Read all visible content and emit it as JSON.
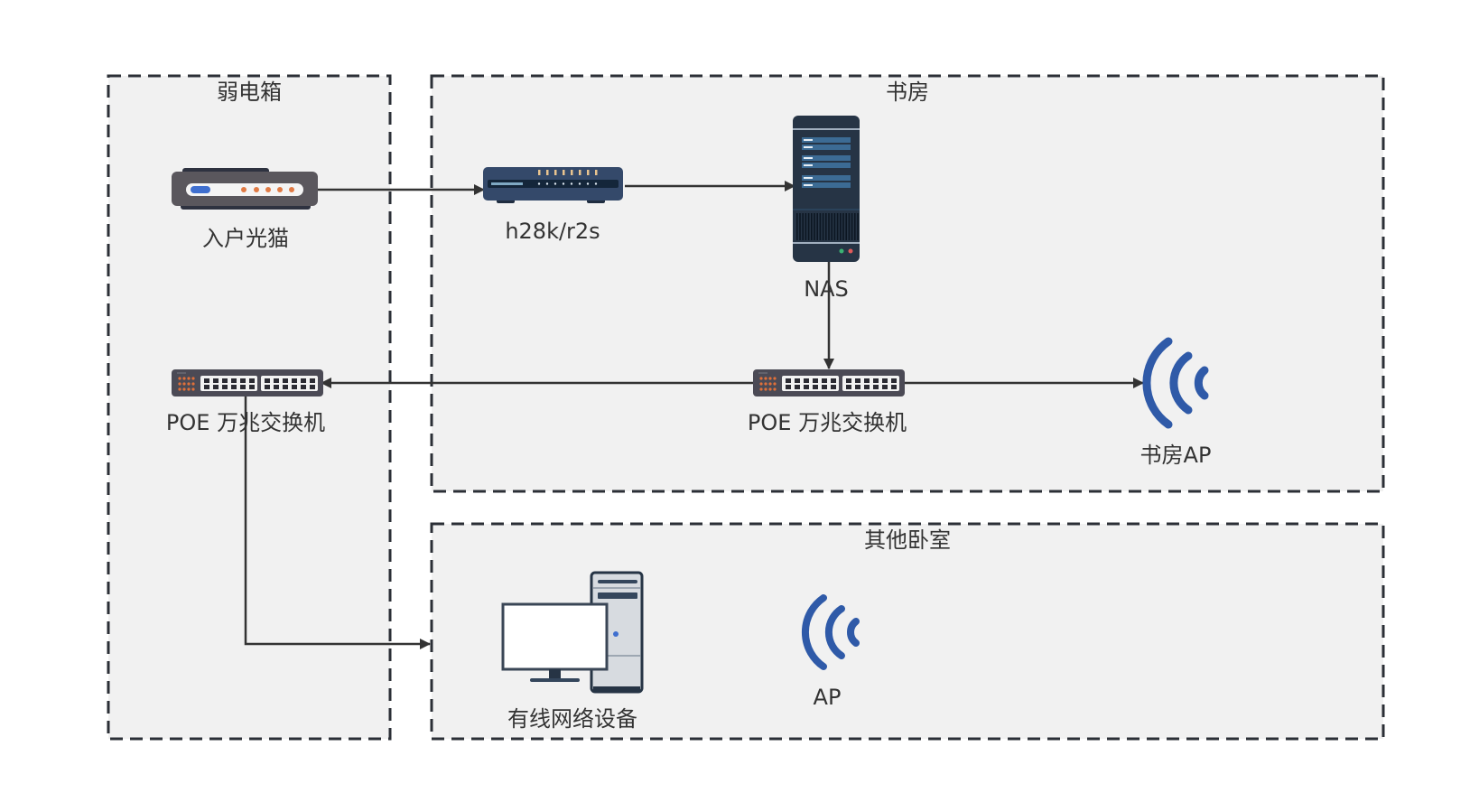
{
  "diagram": {
    "title": "",
    "groups": [
      {
        "id": "weak-box",
        "title": "弱电箱"
      },
      {
        "id": "study",
        "title": "书房"
      },
      {
        "id": "other-bedrooms",
        "title": "其他卧室"
      }
    ],
    "nodes": [
      {
        "id": "ont",
        "label": "入户光猫",
        "icon": "modem-icon",
        "group": "weak-box"
      },
      {
        "id": "router",
        "label": "h28k/r2s",
        "icon": "router-icon",
        "group": "study"
      },
      {
        "id": "nas",
        "label": "NAS",
        "icon": "server-icon",
        "group": "study"
      },
      {
        "id": "switch-weak",
        "label": "POE 万兆交换机",
        "icon": "switch-icon",
        "group": "weak-box"
      },
      {
        "id": "switch-study",
        "label": "POE 万兆交换机",
        "icon": "switch-icon",
        "group": "study"
      },
      {
        "id": "ap-study",
        "label": "书房AP",
        "icon": "wifi-ap-icon",
        "group": "study"
      },
      {
        "id": "wired-devices",
        "label": "有线网络设备",
        "icon": "desktop-computer-icon",
        "group": "other-bedrooms"
      },
      {
        "id": "ap-other",
        "label": "AP",
        "icon": "wifi-ap-icon",
        "group": "other-bedrooms"
      }
    ],
    "edges": [
      {
        "from": "ont",
        "to": "router"
      },
      {
        "from": "router",
        "to": "nas"
      },
      {
        "from": "nas",
        "to": "switch-study"
      },
      {
        "from": "switch-study",
        "to": "switch-weak"
      },
      {
        "from": "switch-study",
        "to": "ap-study"
      },
      {
        "from": "switch-weak",
        "to": "wired-devices"
      }
    ],
    "colors": {
      "group_fill": "#f1f1f1",
      "group_border": "#2b2f36",
      "edge": "#333333",
      "wifi": "#2f5aa8",
      "modem_body": "#5a575d",
      "modem_led": "#e07a44",
      "modem_power": "#3f6fcf",
      "router_body": "#34496a",
      "nas_body": "#263445",
      "switch_body": "#4b4a55",
      "switch_port_led": "#e0703a"
    }
  }
}
